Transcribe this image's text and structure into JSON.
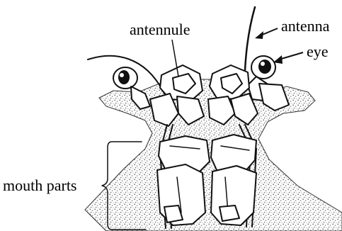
{
  "labels": {
    "antennule": "antennule",
    "antenna": "antenna",
    "eye": "eye",
    "mouth_parts": "mouth parts"
  },
  "colors": {
    "ink": "#111111",
    "stipple": "#7a7a7a",
    "background": "#ffffff"
  }
}
